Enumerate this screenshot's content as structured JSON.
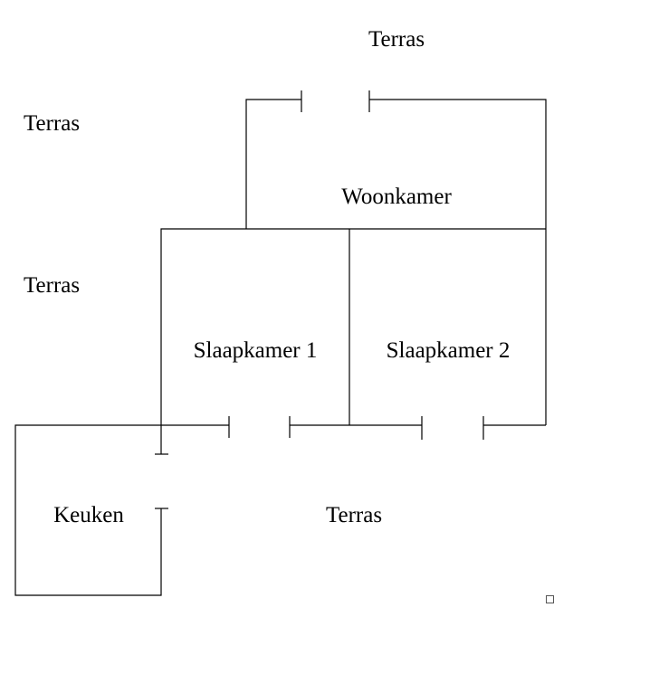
{
  "labels": {
    "terras_top": "Terras",
    "terras_upper_left": "Terras",
    "terras_left": "Terras",
    "woonkamer": "Woonkamer",
    "slaapkamer_1": "Slaapkamer 1",
    "slaapkamer_2": "Slaapkamer 2",
    "keuken": "Keuken",
    "terras_bottom": "Terras"
  }
}
